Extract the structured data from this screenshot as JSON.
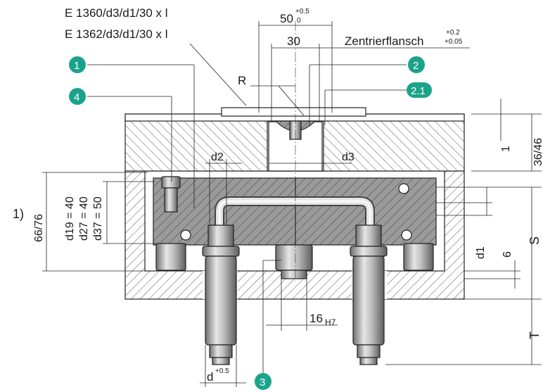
{
  "designations": {
    "line1": "E 1360/d3/d1/30 x l",
    "line2": "E 1362/d3/d1/30 x l"
  },
  "dimensions": {
    "top_width": "50",
    "top_width_tol_upper": "+0.5",
    "top_width_tol_lower": "0",
    "inner_width": "30",
    "centering_flange": "Zentrierflansch",
    "flange_tol_upper": "+0.2",
    "flange_tol_lower": "+0.05",
    "radius": "R",
    "d2": "d2",
    "d3": "d3",
    "plate_height": "36/46",
    "one": "1",
    "height_66_76": "66/76",
    "d19": "d19 = 40",
    "d27": "d27 = 40",
    "d37": "d37 = 50",
    "footnote": "1)",
    "d1": "d1",
    "six": "6",
    "S": "S",
    "T": "T",
    "bore": "16",
    "bore_tol": "H7",
    "d_bottom": "d",
    "d_bottom_tol": "+0.5"
  },
  "callouts": [
    {
      "id": "callout-1",
      "label": "1"
    },
    {
      "id": "callout-2",
      "label": "2"
    },
    {
      "id": "callout-2-1",
      "label": "2.1"
    },
    {
      "id": "callout-3",
      "label": "3"
    },
    {
      "id": "callout-4",
      "label": "4"
    }
  ],
  "colors": {
    "callout": "#1ba38a",
    "steel": "#b5b5b5",
    "hatch": "#555555"
  }
}
